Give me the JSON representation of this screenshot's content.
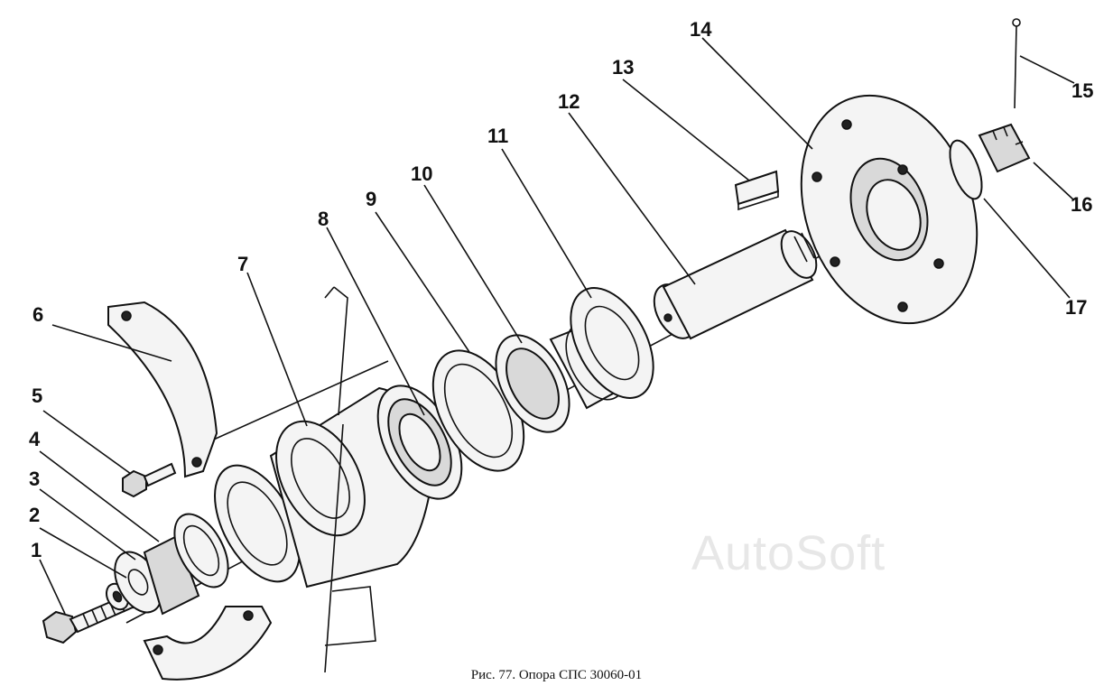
{
  "caption": "Рис. 77. Опора СПС 30060-01",
  "watermark": "AutoSoft",
  "labels": [
    "1",
    "2",
    "3",
    "4",
    "5",
    "6",
    "7",
    "8",
    "9",
    "10",
    "11",
    "12",
    "13",
    "14",
    "15",
    "16",
    "17"
  ]
}
